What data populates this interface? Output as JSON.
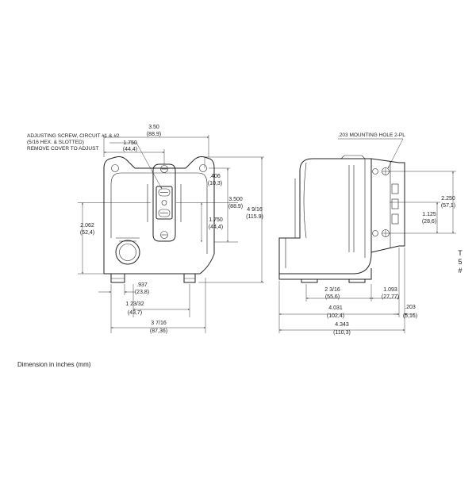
{
  "caption": "Dimension in inches (mm)",
  "side_code": "T\n5\n#",
  "front_view": {
    "overall_width": {
      "in": "3.50",
      "mm": "(88,9)"
    },
    "half_width": {
      "in": "1.750",
      "mm": "(44,4)"
    },
    "adjusting_screw_note": {
      "line1": "ADJUSTING SCREW, CIRCUIT #1 & #2",
      "line2": "(5/16 HEX. & SLOTTED)",
      "line3": "REMOVE COVER TO ADJUST"
    },
    "top_offset": {
      "in": ".406",
      "mm": "(10,3)"
    },
    "height_inner": {
      "in": "3.500",
      "mm": "(88.9)"
    },
    "height_overall": {
      "in": "4 9/16",
      "mm": "(115.9)"
    },
    "half_height": {
      "in": "1.750",
      "mm": "(44,4)"
    },
    "left_height": {
      "in": "2.062",
      "mm": "(52,4)"
    },
    "foot_width": {
      "in": ".937",
      "mm": "(23,8)"
    },
    "mount_spacing": {
      "in": "1 23/32",
      "mm": "(43,7)"
    },
    "base_width": {
      "in": "3 7/16",
      "mm": "(87,36)"
    }
  },
  "side_view": {
    "mounting_hole_note": ".203 MOUNTING HOLE 2-PL",
    "hole_spacing": {
      "in": "2.250",
      "mm": "(57,1)"
    },
    "hole_offset": {
      "in": "1.125",
      "mm": "(28,6)"
    },
    "body_depth": {
      "in": "2 3/16",
      "mm": "(55,6)"
    },
    "bracket_depth": {
      "in": "1.093",
      "mm": "(27,77)"
    },
    "mid_depth": {
      "in": "4.031",
      "mm": "(102,4)"
    },
    "flange": {
      "in": ".203",
      "mm": "(5,16)"
    },
    "overall_depth": {
      "in": "4.343",
      "mm": "(110,3)"
    }
  }
}
